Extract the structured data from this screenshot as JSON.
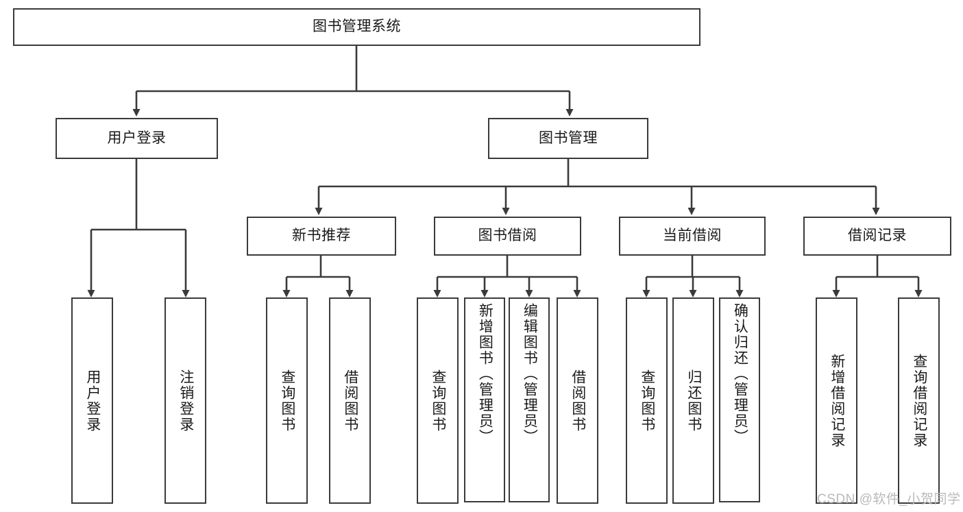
{
  "diagram": {
    "title_node": {
      "label": "图书管理系统"
    },
    "level2": [
      {
        "label": "用户登录"
      },
      {
        "label": "图书管理"
      }
    ],
    "level3": [
      {
        "label": "新书推荐"
      },
      {
        "label": "图书借阅"
      },
      {
        "label": "当前借阅"
      },
      {
        "label": "借阅记录"
      }
    ],
    "leaves_user_login": [
      {
        "label": "用户登录"
      },
      {
        "label": "注销登录"
      }
    ],
    "leaves_new_book": [
      {
        "label": "查询图书"
      },
      {
        "label": "借阅图书"
      }
    ],
    "leaves_borrow": [
      {
        "label": "查询图书"
      },
      {
        "label": "新增图书（管理员）"
      },
      {
        "label": "编辑图书（管理员）"
      },
      {
        "label": "借阅图书"
      }
    ],
    "leaves_current": [
      {
        "label": "查询图书"
      },
      {
        "label": "归还图书"
      },
      {
        "label": "确认归还（管理员）"
      }
    ],
    "leaves_records": [
      {
        "label": "新增借阅记录"
      },
      {
        "label": "查询借阅记录"
      }
    ]
  },
  "watermark": {
    "text": "CSDN @软件_小贺同学"
  },
  "colors": {
    "stroke": "#3a3a3a",
    "text": "#1a1a1a",
    "background": "#ffffff",
    "watermark": "#b9b9b9"
  }
}
